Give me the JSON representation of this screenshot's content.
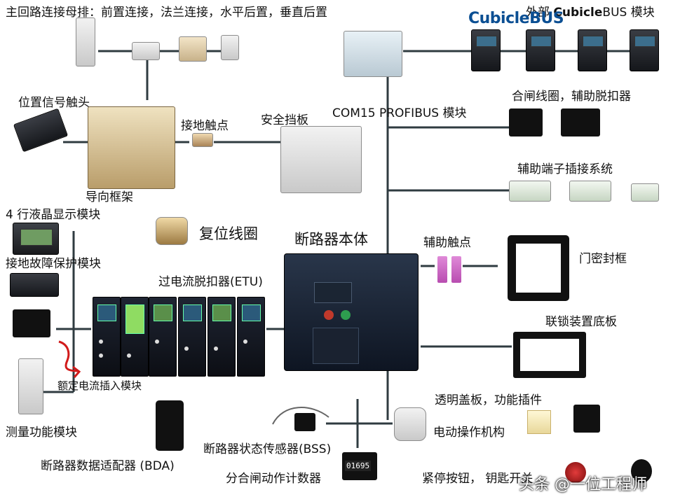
{
  "labels": {
    "busbar": "主回路连接母排：前置连接，法兰连接，水平后置，垂直后置",
    "cubicle_prefix": "外部 ",
    "cubicle_bold": "Cubicle",
    "cubicle_suffix": "BUS  模块",
    "position_contact": "位置信号触头",
    "earth_contact": "接地触点",
    "safety_shutter": "安全挡板",
    "com15": "COM15 PROFIBUS 模块",
    "closing_coil": "合闸线圈，辅助脱扣器",
    "guide_frame": "导向框架",
    "aux_terminal": "辅助端子插接系统",
    "lcd_module": "4 行液晶显示模块",
    "reset_coil": "复位线圈",
    "breaker_body": "断路器本体",
    "aux_contact": "辅助触点",
    "door_frame": "门密封框",
    "earth_fault": "接地故障保护模块",
    "etu": "过电流脱扣器(ETU)",
    "interlock_plate": "联锁装置底板",
    "rated_plug": "额定电流插入模块",
    "transparent_cover": "透明盖板，功能插件",
    "measurement": "测量功能模块",
    "motor_operator": "电动操作机构",
    "bss": "断路器状态传感器(BSS)",
    "bda": "断路器数据适配器 (BDA)",
    "op_counter": "分合闸动作计数器",
    "emergency": "紧停按钮， 钥匙开关"
  },
  "logo": {
    "cubicle": "Cubicle",
    "bus": "BUS"
  },
  "counter_value": "01695",
  "watermark": "头条 @一位工程师",
  "colors": {
    "line": "#2f3b40",
    "annotation": "#d11a1a",
    "brand": "#2e6fa8"
  }
}
